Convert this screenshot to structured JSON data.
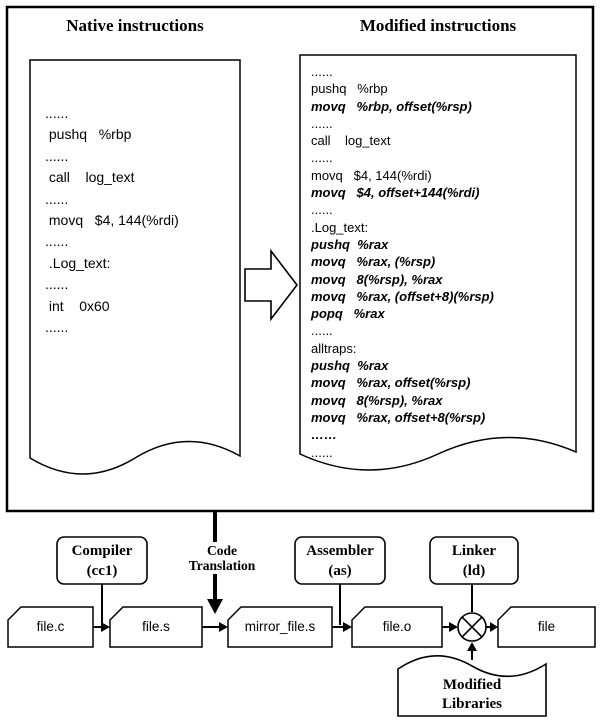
{
  "diagram": {
    "native": {
      "title": "Native instructions",
      "lines": [
        "......",
        " pushq   %rbp",
        "......",
        " call    log_text",
        "......",
        " movq   $4, 144(%rdi)",
        "......",
        " .Log_text:",
        "......",
        " int    0x60",
        "......"
      ]
    },
    "modified": {
      "title": "Modified instructions",
      "lines": [
        "......",
        "pushq   %rbp",
        "movq   %rbp, offset(%rsp)",
        "......",
        "call    log_text",
        "......",
        "movq   $4, 144(%rdi)",
        "movq   $4, offset+144(%rdi)",
        "......",
        ".Log_text:",
        "pushq  %rax",
        "movq   %rax, (%rsp)",
        "movq   8(%rsp), %rax",
        "movq   %rax, (offset+8)(%rsp)",
        "popq   %rax",
        "......",
        "alltraps:",
        "pushq  %rax",
        "movq   %rax, offset(%rsp)",
        "movq   8(%rsp), %rax",
        "movq   %rax, offset+8(%rsp)",
        "……",
        "......"
      ]
    },
    "code_translation": {
      "line1": "Code",
      "line2": "Translation"
    },
    "stages": {
      "compiler": {
        "name": "Compiler",
        "sub": "(cc1)"
      },
      "assembler": {
        "name": "Assembler",
        "sub": "(as)"
      },
      "linker": {
        "name": "Linker",
        "sub": "(ld)"
      }
    },
    "files": {
      "source": "file.c",
      "asm": "file.s",
      "mirror": "mirror_file.s",
      "object": "file.o",
      "output": "file"
    },
    "library": {
      "line1": "Modified",
      "line2": "Libraries"
    },
    "colors": {
      "stroke": "#000000",
      "fill": "#ffffff"
    }
  }
}
